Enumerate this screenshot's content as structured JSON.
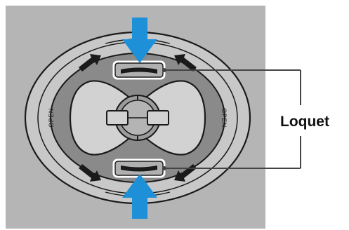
{
  "colors": {
    "panel": "#b5b5b5",
    "outer_ring": "#c8c8c8",
    "inner_disc": "#8a8a8a",
    "stroke": "#1a1a1a",
    "press_arrow": "#1e90d8",
    "rotate_arrow": "#1a1a1a",
    "callout": "#444444"
  },
  "labels": {
    "open_left": "OPEN",
    "open_right": "OPEN",
    "callout": "Loquet"
  },
  "icons": {
    "press_top": "arrow-down-icon",
    "press_bottom": "arrow-up-icon",
    "rotate": "curved-arrow-icon"
  }
}
